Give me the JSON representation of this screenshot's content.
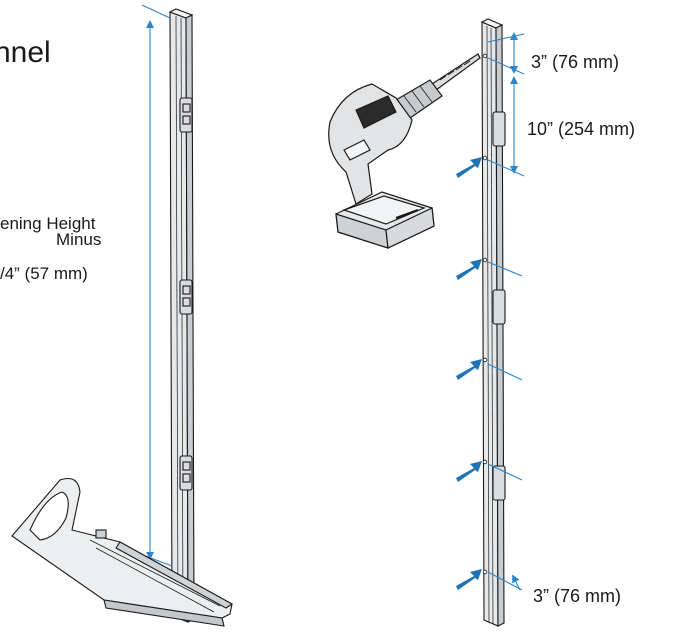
{
  "title": "nnel",
  "opening_height": {
    "line1": "ening Height",
    "line2": "Minus",
    "line3": "/4” (57 mm)"
  },
  "dimensions": {
    "top_offset": "3” (76 mm)",
    "spacing": "10” (254 mm)",
    "bottom_offset": "3” (76 mm)"
  },
  "colors": {
    "dimension_line": "#2e86c8",
    "arrow": "#1f74b8",
    "outline": "#1a1a1a",
    "channel_fill": "#e4e6e8",
    "drill_fill": "#d6d8da"
  },
  "icons": [
    "drill-icon",
    "level-icon"
  ]
}
